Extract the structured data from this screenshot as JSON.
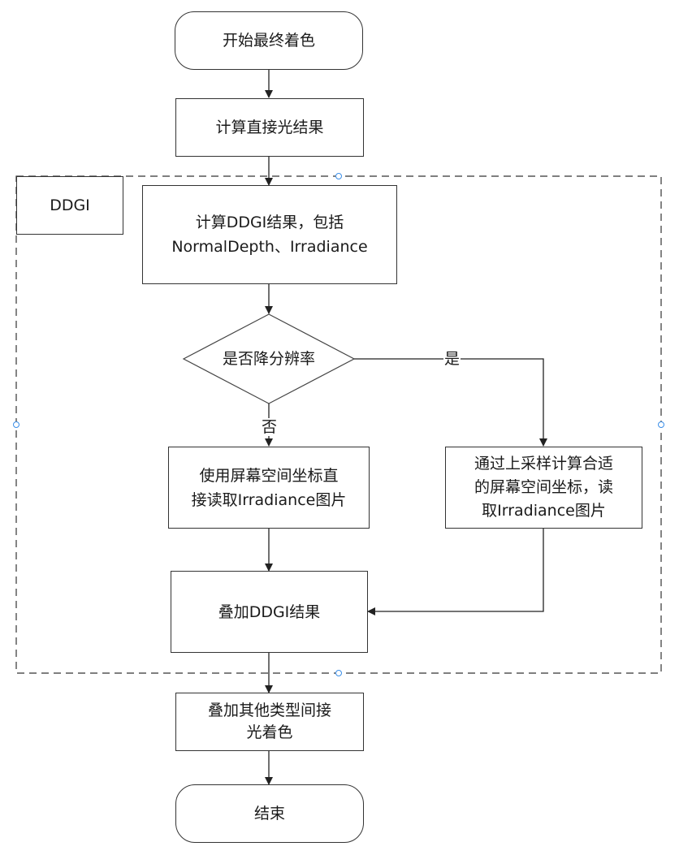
{
  "diagram": {
    "type": "flowchart",
    "group": {
      "label": "DDGI"
    },
    "nodes": {
      "start": {
        "shape": "terminal",
        "label": "开始最终着色"
      },
      "direct_light": {
        "shape": "process",
        "label": "计算直接光结果"
      },
      "compute_ddgi": {
        "shape": "process",
        "line1": "计算DDGI结果，包括",
        "line2": "NormalDepth、Irradiance"
      },
      "decision": {
        "shape": "decision",
        "label": "是否降分辨率"
      },
      "direct_read": {
        "shape": "process",
        "line1": "使用屏幕空间坐标直",
        "line2": "接读取Irradiance图片"
      },
      "upsample_read": {
        "shape": "process",
        "line1": "通过上采样计算合适",
        "line2": "的屏幕空间坐标，读",
        "line3": "取Irradiance图片"
      },
      "add_ddgi": {
        "shape": "process",
        "label": "叠加DDGI结果"
      },
      "add_other": {
        "shape": "process",
        "line1": "叠加其他类型间接",
        "line2": "光着色"
      },
      "end": {
        "shape": "terminal",
        "label": "结束"
      }
    },
    "edges": [
      {
        "from": "start",
        "to": "direct_light"
      },
      {
        "from": "direct_light",
        "to": "compute_ddgi"
      },
      {
        "from": "compute_ddgi",
        "to": "decision"
      },
      {
        "from": "decision",
        "to": "direct_read",
        "label": "否"
      },
      {
        "from": "decision",
        "to": "upsample_read",
        "label": "是"
      },
      {
        "from": "direct_read",
        "to": "add_ddgi"
      },
      {
        "from": "upsample_read",
        "to": "add_ddgi"
      },
      {
        "from": "add_ddgi",
        "to": "add_other"
      },
      {
        "from": "add_other",
        "to": "end"
      }
    ],
    "edge_labels": {
      "no": "否",
      "yes": "是"
    },
    "colors": {
      "stroke": "#333333",
      "handle": "#3b8fe8"
    }
  }
}
